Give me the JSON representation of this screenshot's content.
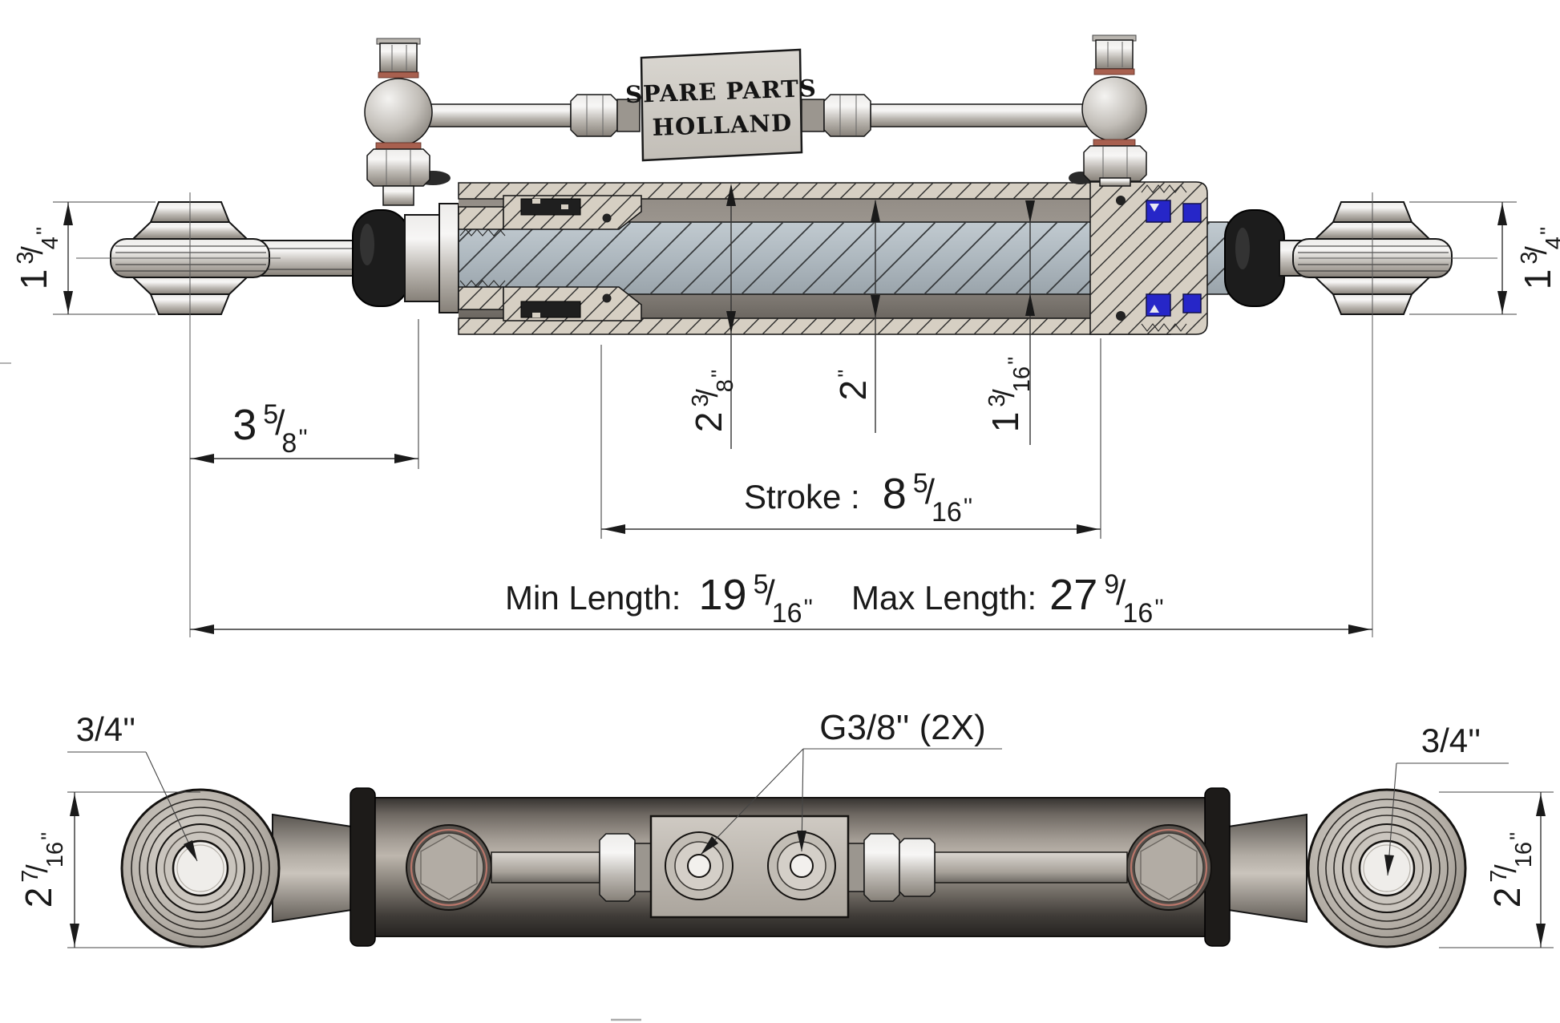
{
  "plate": {
    "line1": "SPARE PARTS",
    "line2": "HOLLAND"
  },
  "frac_slash": "/",
  "top_view": {
    "eye_left": {
      "w": "1",
      "n": "3",
      "d": "4",
      "u": "''"
    },
    "eye_right": {
      "w": "1",
      "n": "3",
      "d": "4",
      "u": "''"
    },
    "offset": {
      "w": "3",
      "n": "5",
      "d": "8",
      "u": "''"
    },
    "od": {
      "w": "2",
      "n": "3",
      "d": "8",
      "u": "''"
    },
    "bore": {
      "w": "2",
      "u": "''"
    },
    "rod": {
      "w": "1",
      "n": "3",
      "d": "16",
      "u": "''"
    },
    "stroke_label": "Stroke :",
    "stroke": {
      "w": "8",
      "n": "5",
      "d": "16",
      "u": "''"
    },
    "min_label": "Min Length:",
    "min": {
      "w": "19",
      "n": "5",
      "d": "16",
      "u": "''"
    },
    "max_label": "Max Length:",
    "max": {
      "w": "27",
      "n": "9",
      "d": "16",
      "u": "''"
    }
  },
  "bottom_view": {
    "pin_left": "3/4''",
    "pin_right": "3/4''",
    "ports": "G3/8'' (2X)",
    "eye_width_left": {
      "w": "2",
      "n": "7",
      "d": "16",
      "u": "''"
    },
    "eye_width_right": {
      "w": "2",
      "n": "7",
      "d": "16",
      "u": "''"
    }
  },
  "colors": {
    "seal_blue": "#2626c8",
    "rubber_black": "#1c1c1c",
    "section_tan": "#d6cfc3",
    "section_rod_blue": "#aeb8bf",
    "copper": "#a8604f"
  }
}
